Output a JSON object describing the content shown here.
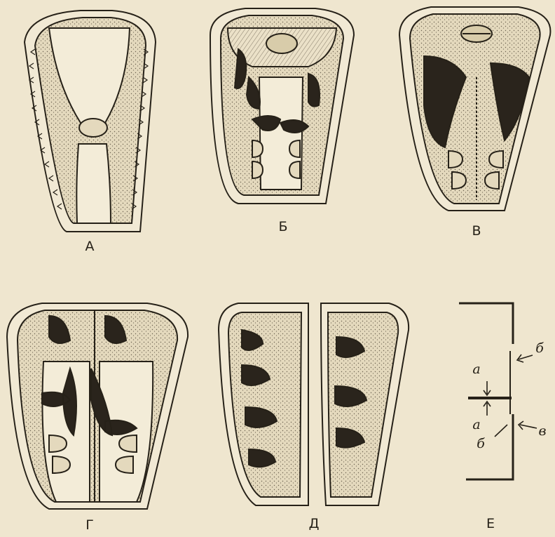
{
  "panels": [
    {
      "id": "A",
      "label": "А"
    },
    {
      "id": "B",
      "label": "Б"
    },
    {
      "id": "V",
      "label": "В"
    },
    {
      "id": "G",
      "label": "Г"
    },
    {
      "id": "D",
      "label": "Д"
    },
    {
      "id": "E",
      "label": "Е"
    }
  ],
  "schema_e": {
    "labels": {
      "a_top": "а",
      "a_bottom": "а",
      "b_top": "б",
      "b_left": "б",
      "v_right": "в"
    }
  },
  "colors": {
    "paper": "#efe6cf",
    "ink": "#262118",
    "stipple": "#6b6150",
    "dark": "#2a241c"
  }
}
